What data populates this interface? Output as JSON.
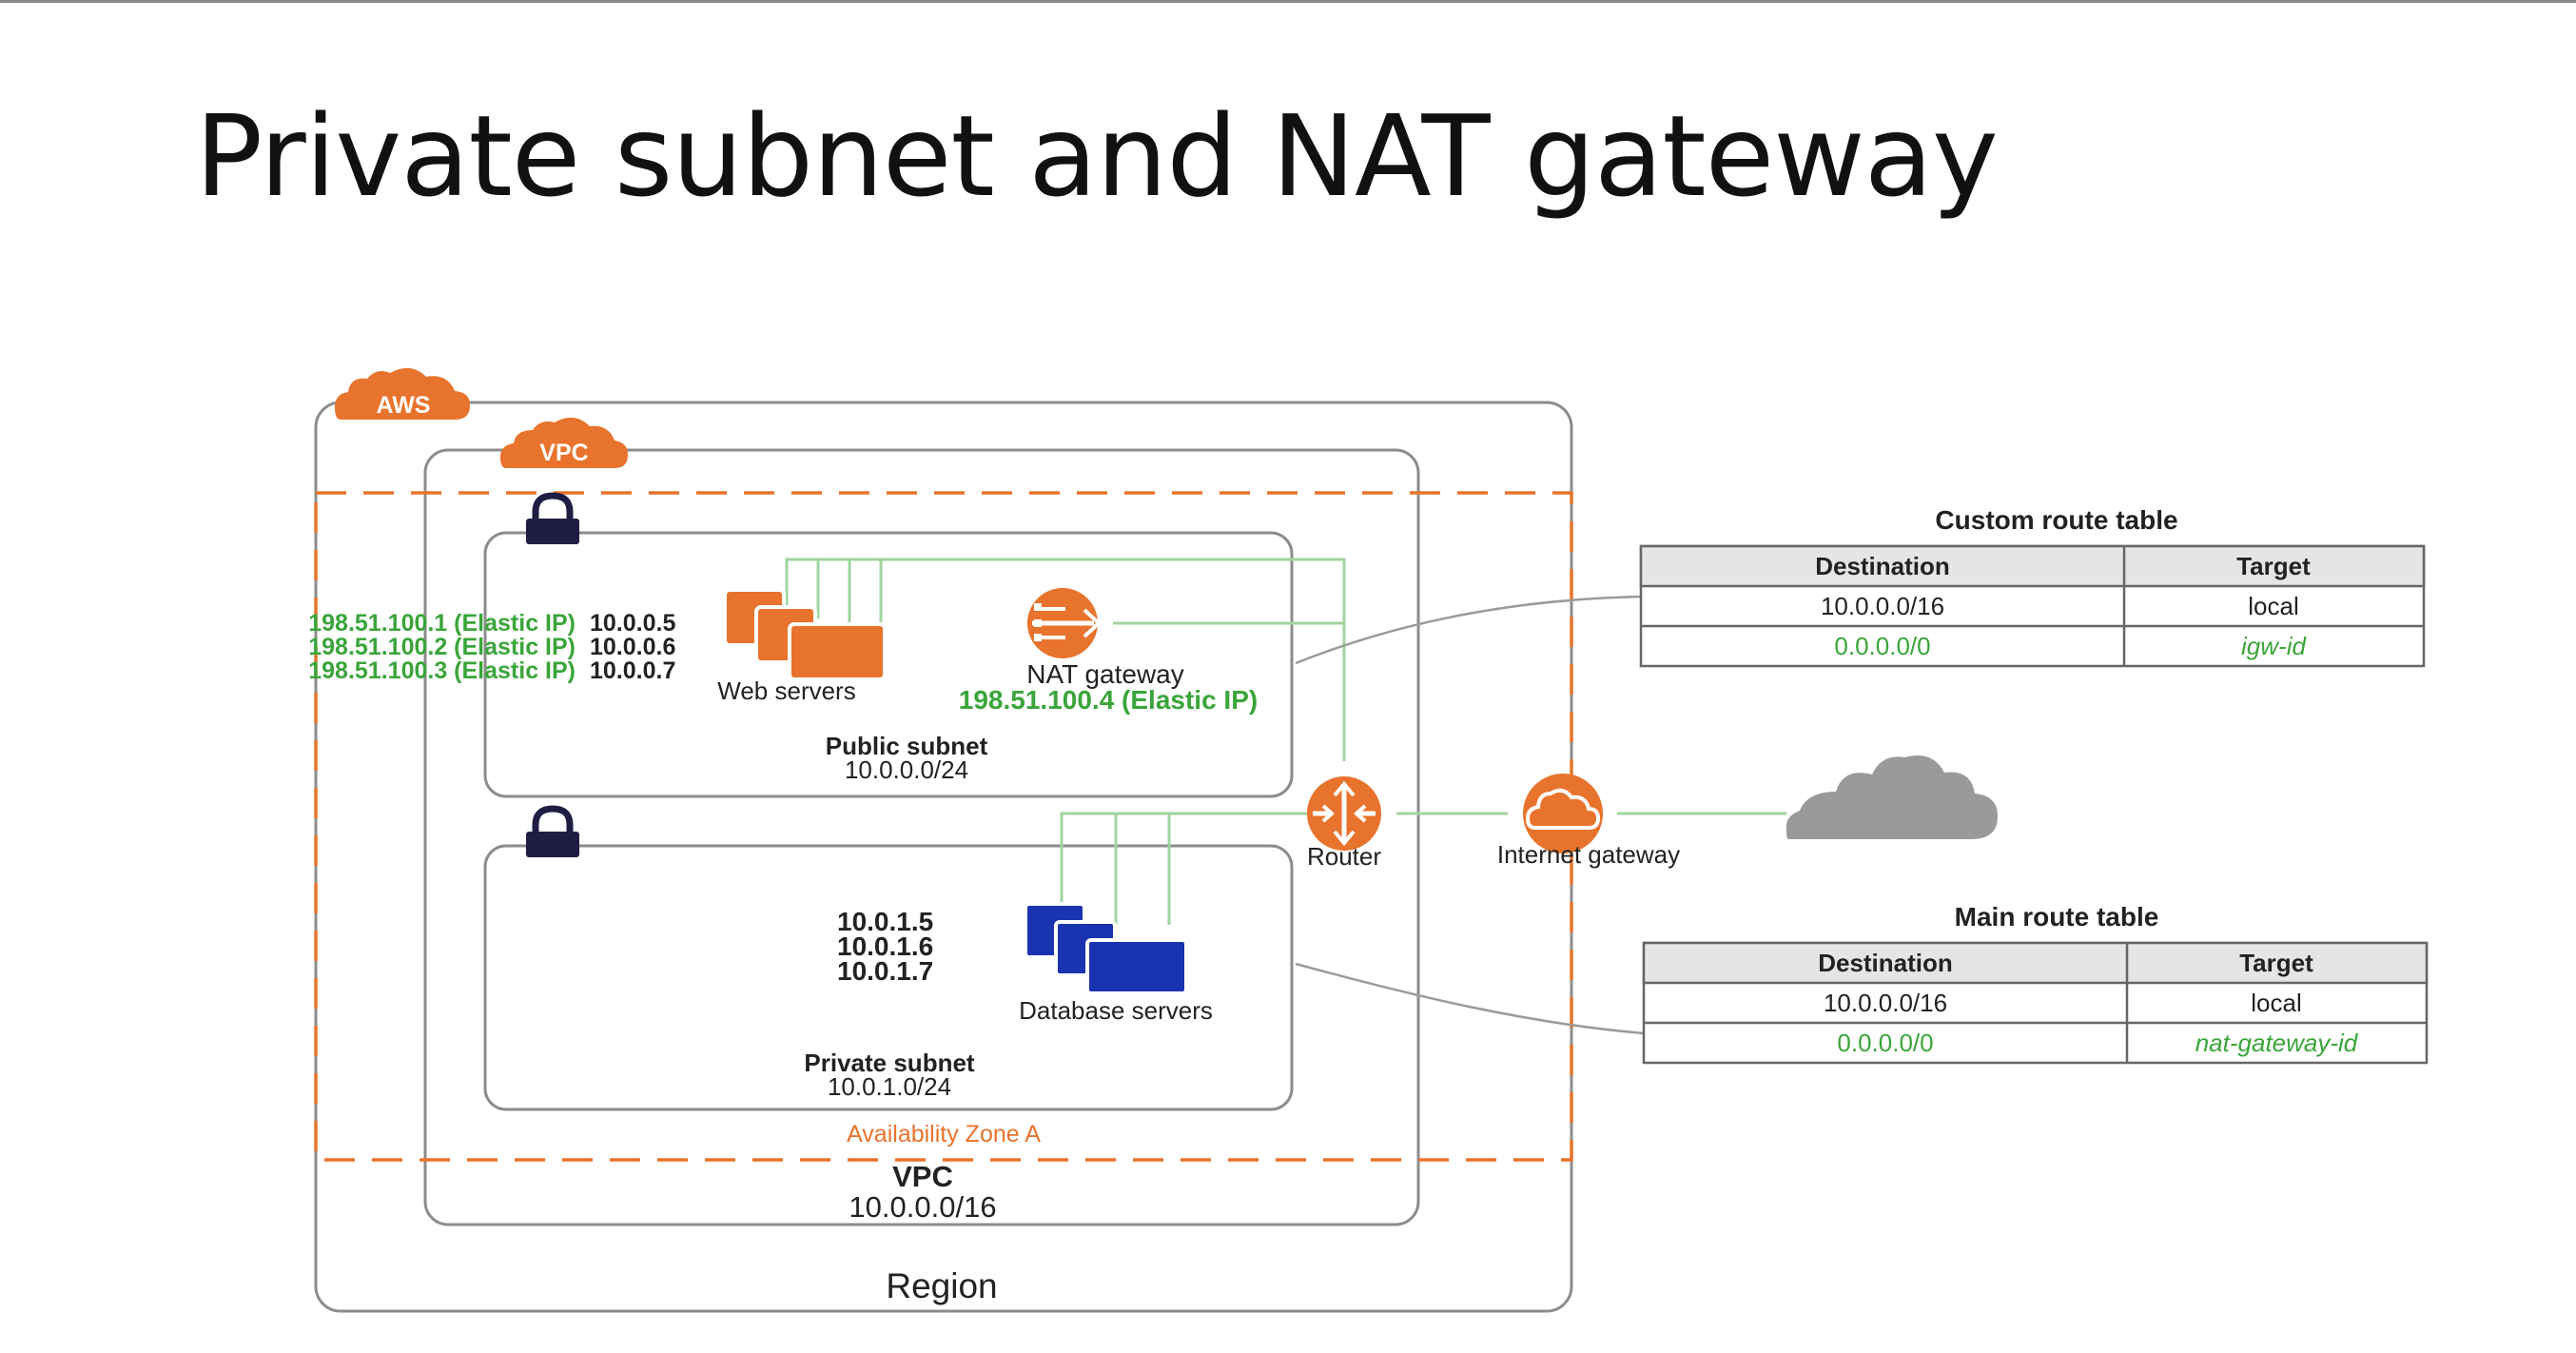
{
  "title": "Private subnet and NAT gateway",
  "colors": {
    "aws_orange": "#e8732c",
    "elastic_green": "#3aa53a",
    "db_blue": "#1a33b0",
    "lock_navy": "#1e1e44",
    "cloud_gray": "#9a9a9a",
    "line_green": "#9fd59f",
    "header_gray": "#e5e5e5"
  },
  "badges": {
    "aws": "AWS",
    "vpc": "VPC"
  },
  "public_subnet": {
    "name": "Public subnet",
    "cidr": "10.0.0.0/24",
    "web_servers_label": "Web servers",
    "elastic_ips": [
      {
        "eip": "198.51.100.1 (Elastic IP)",
        "private": "10.0.0.5"
      },
      {
        "eip": "198.51.100.2 (Elastic IP)",
        "private": "10.0.0.6"
      },
      {
        "eip": "198.51.100.3 (Elastic IP)",
        "private": "10.0.0.7"
      }
    ],
    "nat_label": "NAT gateway",
    "nat_eip": "198.51.100.4 (Elastic IP)"
  },
  "private_subnet": {
    "name": "Private  subnet",
    "cidr": "10.0.1.0/24",
    "ips": [
      "10.0.1.5",
      "10.0.1.6",
      "10.0.1.7"
    ],
    "db_label": "Database servers"
  },
  "router_label": "Router",
  "igw_label": "Internet gateway",
  "az_label": "Availability Zone A",
  "vpc": {
    "name": "VPC",
    "cidr": "10.0.0.0/16"
  },
  "region_label": "Region",
  "custom_route_table": {
    "title": "Custom route table",
    "headers": [
      "Destination",
      "Target"
    ],
    "rows": [
      {
        "destination": "10.0.0.0/16",
        "target": "local"
      },
      {
        "destination": "0.0.0.0/0",
        "target": "igw-id"
      }
    ]
  },
  "main_route_table": {
    "title": "Main route table",
    "headers": [
      "Destination",
      "Target"
    ],
    "rows": [
      {
        "destination": "10.0.0.0/16",
        "target": "local"
      },
      {
        "destination": "0.0.0.0/0",
        "target": "nat-gateway-id"
      }
    ]
  },
  "icons": {
    "aws": "aws-cloud-badge-icon",
    "vpc": "vpc-cloud-badge-icon",
    "lock": "lock-icon",
    "web": "web-server-instances-icon",
    "nat": "nat-gateway-icon",
    "db": "database-server-instances-icon",
    "router": "router-icon",
    "igw": "internet-gateway-icon",
    "internet": "internet-cloud-icon"
  }
}
